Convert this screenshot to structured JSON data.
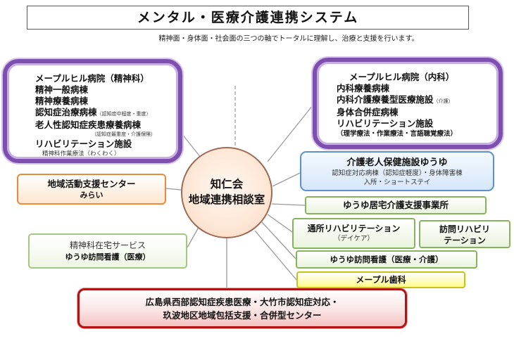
{
  "header": {
    "title": "メンタル・医療介護連携システム",
    "subtitle": "精神面・身体面・社会面の三つの軸でトータルに理解し、治療と支援を行います。"
  },
  "center": {
    "line1": "知仁会",
    "line2": "地域連携相談室"
  },
  "left_hospital": {
    "title": "メープルヒル病院（精神科）",
    "ward1": "精神一般病棟",
    "ward2": "精神療養病棟",
    "ward3": "認知症治療病棟",
    "ward3_note": "（認知症中程度・重度）",
    "ward4": "老人性認知症疾患療養病棟",
    "ward4_note": "（認知症最重度・介護保険）",
    "ward5": "リハビリテーション施設",
    "ward5_note": "精神科作業療法（わくわく）"
  },
  "right_hospital": {
    "title": "メープルヒル病院（内科）",
    "ward1": "内科療養病棟",
    "ward2": "内科介護療養型医療施設",
    "ward2_note": "（介護）",
    "ward3": "身体合併症病棟",
    "ward4": "リハビリテーション施設",
    "ward4_note": "（理学療法・作業療法・言語聴覚療法）"
  },
  "kaigo": {
    "title": "介護老人保健施設ゆうゆ",
    "line1": "認知症対応病棟（認知症軽度）・身体障害棟",
    "line2": "入所・ショートステイ"
  },
  "kyotaku": "ゆうゆ居宅介護支援事業所",
  "tsusho": {
    "title": "通所リハビリテーション",
    "sub": "（デイケア）"
  },
  "homon_reha": {
    "line1": "訪問リハビリ",
    "line2": "テーション"
  },
  "homon_kango": "ゆうゆ訪問看護（医療・介護）",
  "dental": "メープル歯科",
  "chiiki": {
    "line1": "地域活動支援センター",
    "line2": "みらい"
  },
  "seishin": {
    "line1": "精神科在宅サービス",
    "line2": "ゆうゆ訪問看護（医療）"
  },
  "hiroshima": {
    "line1": "広島県西部認知症疾患医療・大竹市認知症対応・",
    "line2": "玖波地区地域包括支援・合併型センター"
  },
  "colors": {
    "purple_border": "#7d4fae",
    "center_fill": "#fde3d0",
    "blue_border": "#5b8fce",
    "green_border": "#86b45c",
    "orange_border": "#e98b3a",
    "yellow_fill": "#fffb8a",
    "red_border": "#b01414"
  }
}
